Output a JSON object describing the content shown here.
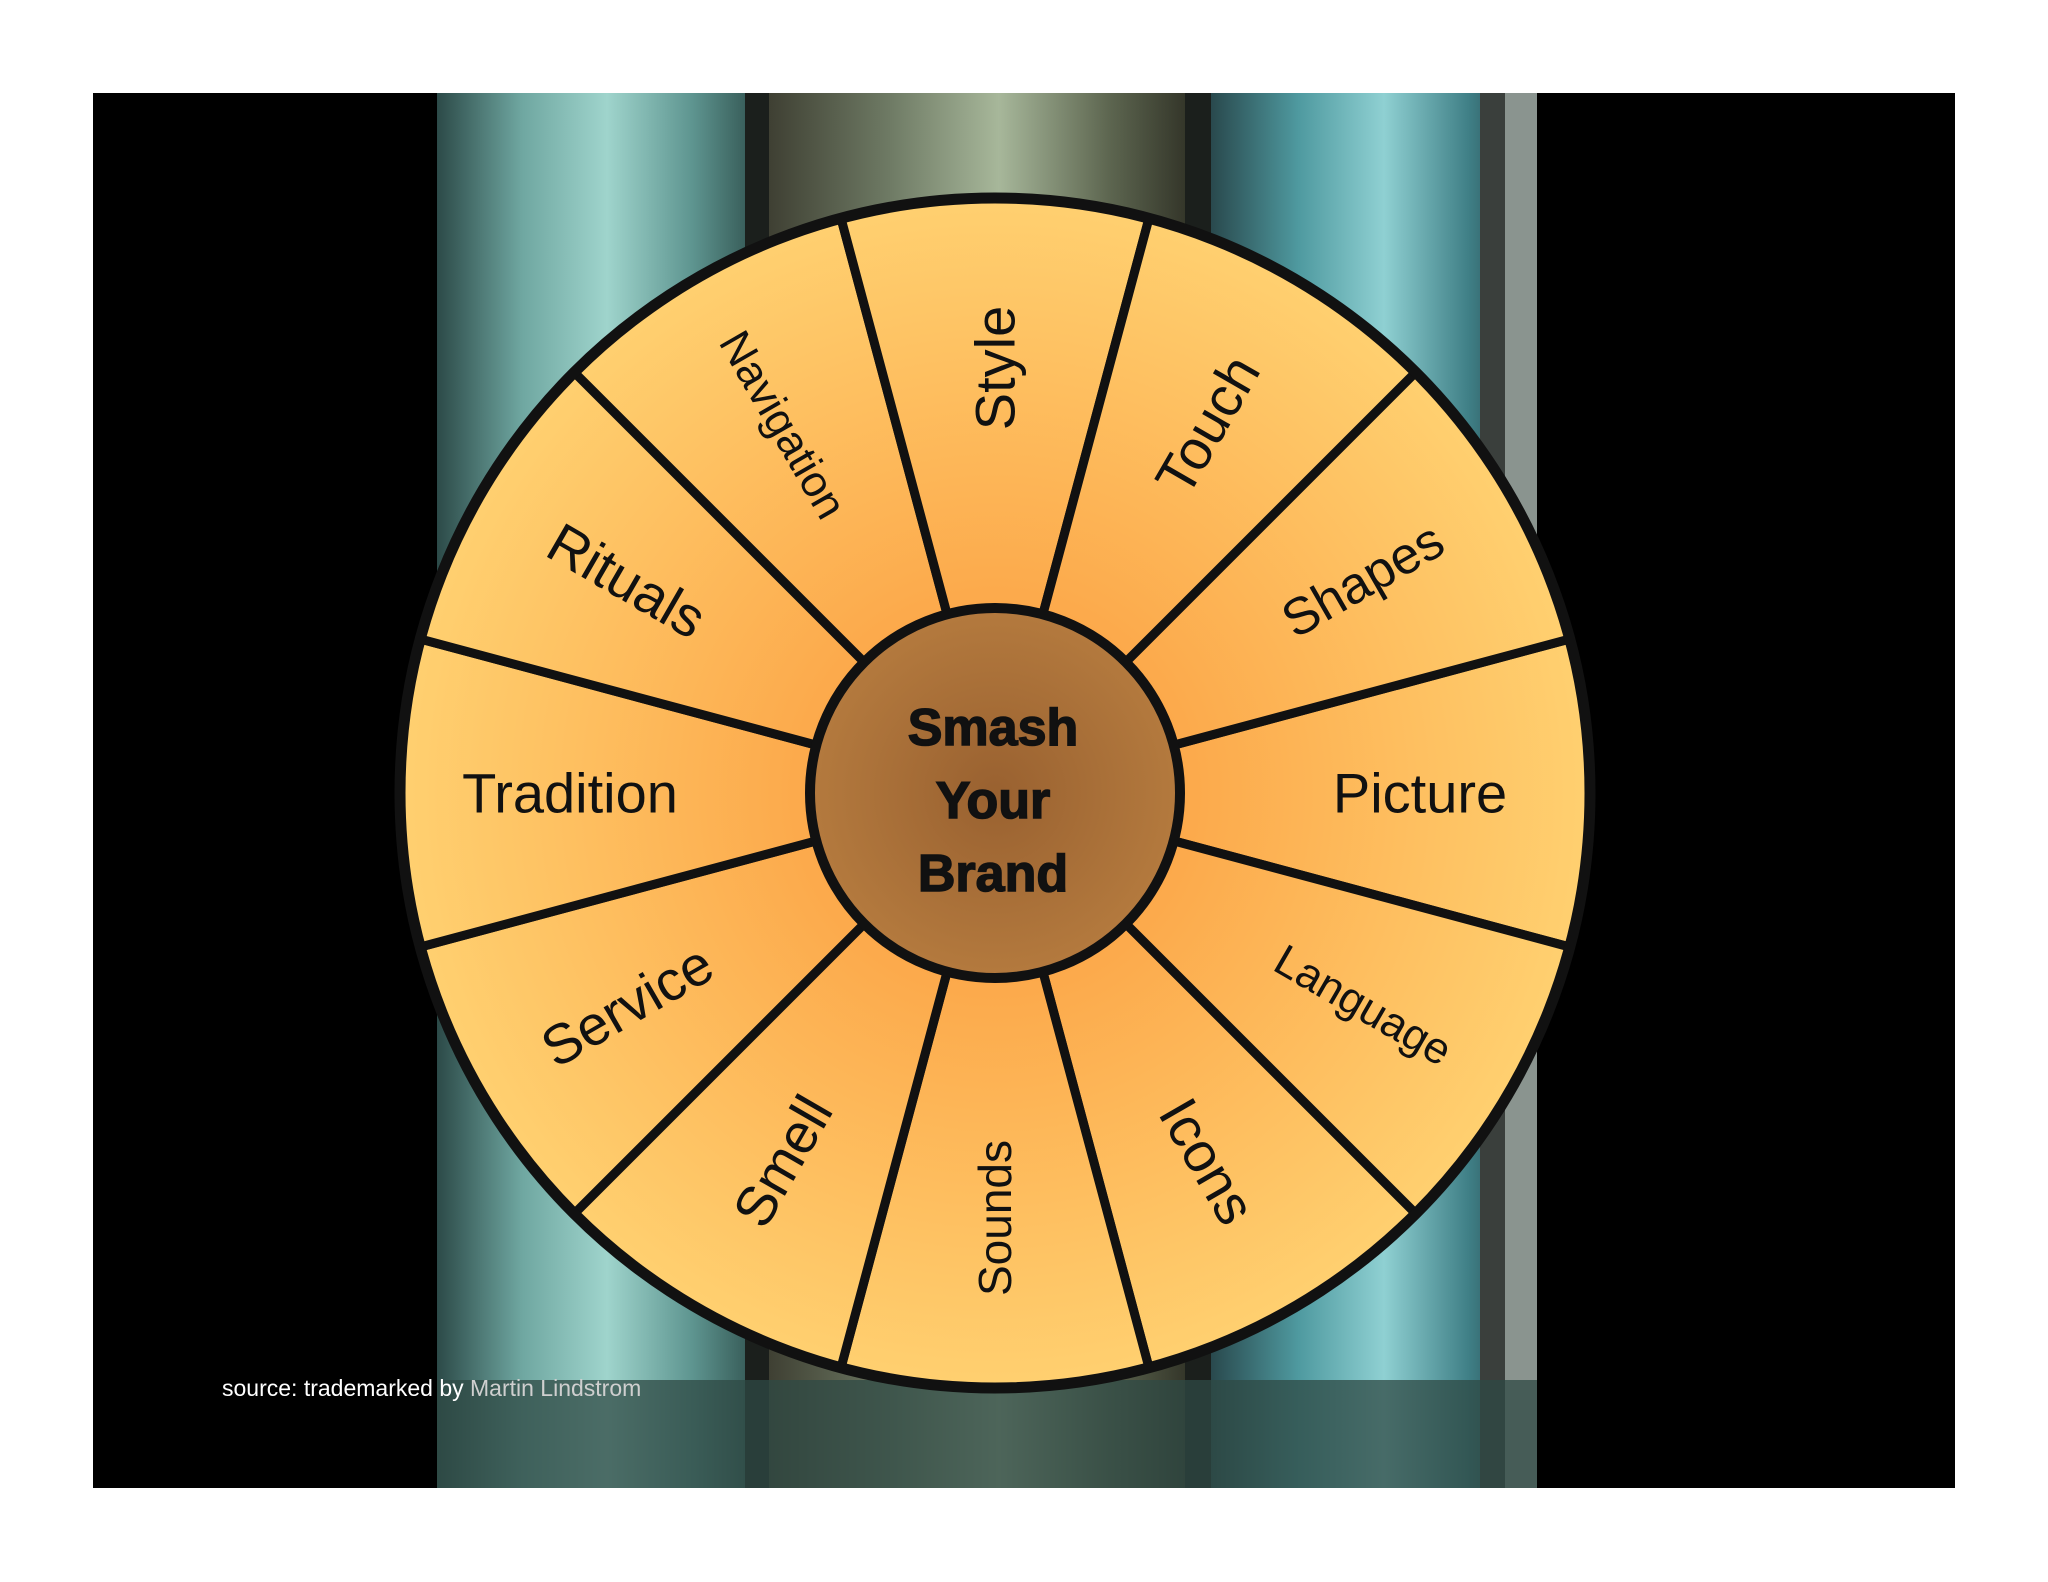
{
  "wheel": {
    "center_label_lines": [
      "Smash",
      "Your",
      "Brand"
    ],
    "segments": [
      {
        "label": "Picture"
      },
      {
        "label": "Language"
      },
      {
        "label": "Icons"
      },
      {
        "label": "Sounds"
      },
      {
        "label": "Smell"
      },
      {
        "label": "Service"
      },
      {
        "label": "Tradition"
      },
      {
        "label": "Rituals"
      },
      {
        "label": "Navigation"
      },
      {
        "label": "Style"
      },
      {
        "label": "Touch"
      },
      {
        "label": "Shapes"
      }
    ]
  },
  "footer": {
    "source_prefix": "source: trademarked by ",
    "source_author": "Martin Lindstrom"
  },
  "colors": {
    "segment_fill_inner": "#fca84a",
    "segment_fill_outer": "#ffd070",
    "hub_fill": "#a86d35",
    "outline": "#111111",
    "frame": "#000000",
    "author_text": "#cfcfcf",
    "source_text": "#ffffff"
  },
  "background": {
    "description_icon": "coca-cola-bottles-photo"
  }
}
